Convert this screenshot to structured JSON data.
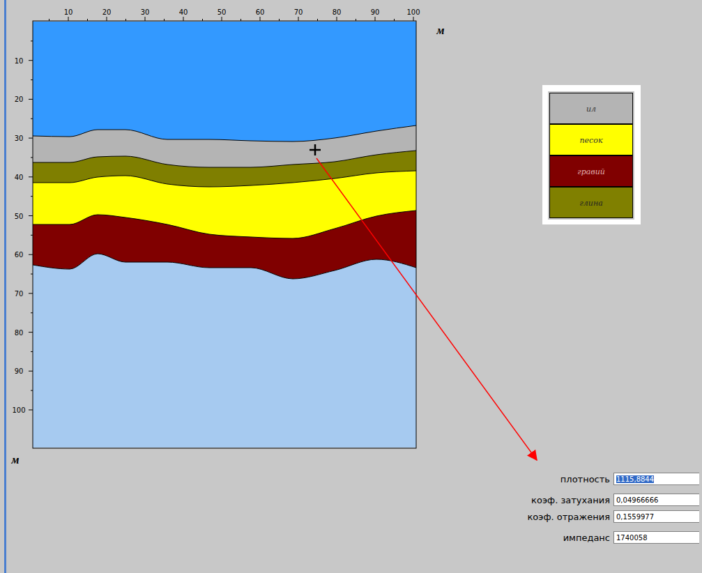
{
  "diagram": {
    "labels": [
      "10",
      "20",
      "30",
      "40",
      "50",
      "60",
      "70",
      "80",
      "90",
      "100",
      "м",
      "10",
      "20",
      "30",
      "40",
      "50",
      "60",
      "70",
      "80",
      "90",
      "100",
      "м",
      "плотность",
      "1115,8844",
      "коэф. затухания",
      "0,04966666",
      "коэф. отражения",
      "0,1559977",
      "импеданс",
      "1740058"
    ],
    "legend": [
      {
        "text": "ил",
        "color": "#b4b4b4"
      },
      {
        "text": "песок",
        "color": "#ffff00"
      },
      {
        "text": "гравий",
        "color": "#800000"
      },
      {
        "text": "глина",
        "color": "#808000"
      }
    ]
  }
}
